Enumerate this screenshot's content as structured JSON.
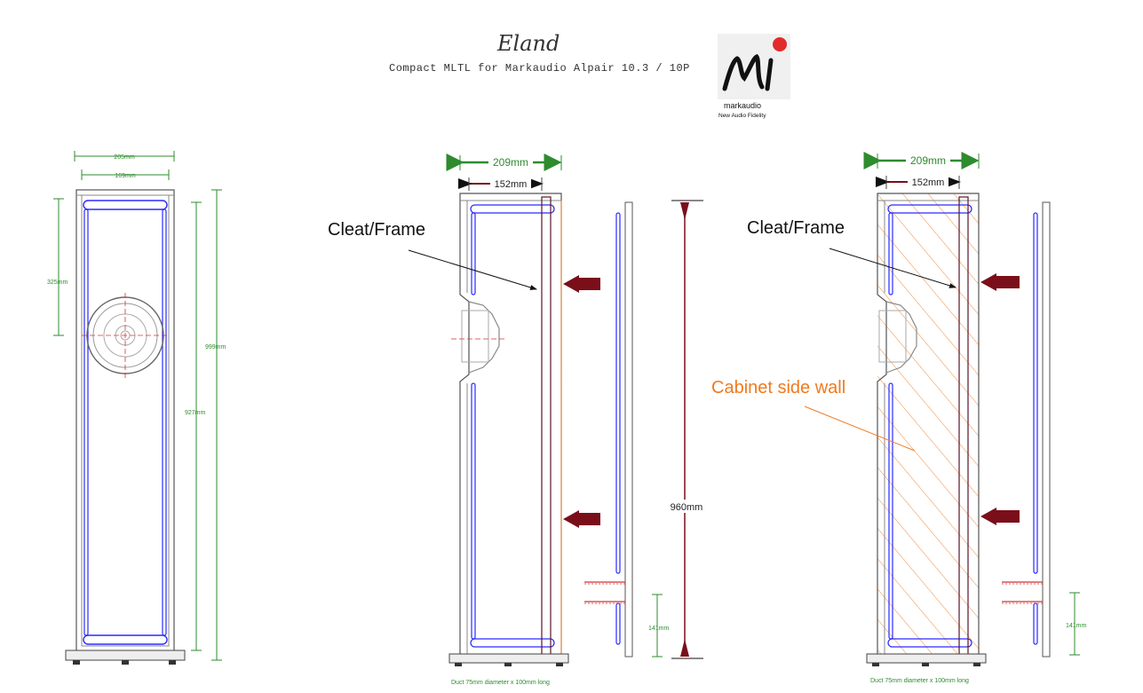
{
  "header": {
    "title": "Eland",
    "subtitle": "Compact MLTL for Markaudio Alpair 10.3 / 10P"
  },
  "logo": {
    "brand": "markaudio",
    "tagline": "New Audio Fidelity"
  },
  "front_view": {
    "dims": {
      "outer_width": "205mm",
      "inner_width": "169mm",
      "driver_height": "325mm",
      "total_height": "999mm",
      "inner_height": "927mm"
    }
  },
  "side_view_frame": {
    "dims": {
      "outer_depth": "209mm",
      "inner_depth": "152mm",
      "panel_height": "960mm",
      "port_height": "141mm"
    },
    "labels": {
      "cleat": "Cleat/Frame",
      "duct": "Duct 75mm diameter x 100mm long"
    }
  },
  "side_view_wall": {
    "dims": {
      "outer_depth": "209mm",
      "inner_depth": "152mm",
      "port_height": "141mm"
    },
    "labels": {
      "cleat": "Cleat/Frame",
      "side_wall": "Cabinet side wall",
      "duct": "Duct 75mm diameter x 100mm long"
    }
  },
  "colors": {
    "dimension": "#2e8b2e",
    "arrow": "#7a0f1a",
    "frame_line": "#5b1528",
    "hatch": "#f08a3c",
    "side_wall_label": "#f07a20",
    "bracing": "#2a2aff"
  }
}
